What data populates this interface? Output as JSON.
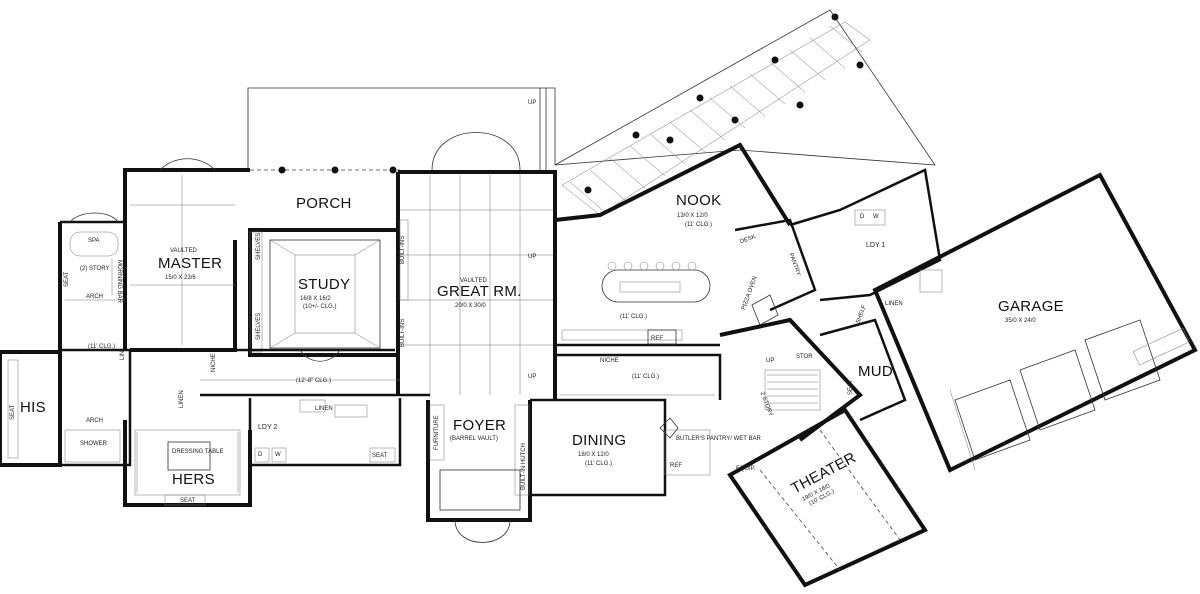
{
  "rooms": {
    "master": {
      "name": "MASTER",
      "note": "VAULTED",
      "dims": "15/0 X 23/6"
    },
    "porch": {
      "name": "PORCH"
    },
    "study": {
      "name": "STUDY",
      "dims": "16/8 X 16/2",
      "ceiling": "(10+/- CLG.)"
    },
    "great": {
      "name": "GREAT RM.",
      "note": "VAULTED",
      "dims": "20/0 X 30/0"
    },
    "nook": {
      "name": "NOOK",
      "dims": "13/0 X 12/0",
      "ceiling": "(11' CLG.)"
    },
    "ldy1": {
      "name": "LDY 1"
    },
    "garage": {
      "name": "GARAGE",
      "dims": "35/0 X 24/0"
    },
    "his": {
      "name": "HIS"
    },
    "hers": {
      "name": "HERS"
    },
    "ldy2": {
      "name": "LDY 2"
    },
    "foyer": {
      "name": "FOYER",
      "note": "(BARREL VAULT)"
    },
    "dining": {
      "name": "DINING",
      "dims": "18/0 X 12/0",
      "ceiling": "(11' CLG.)"
    },
    "theater": {
      "name": "THEATER",
      "dims": "19/0 X 16/0",
      "ceiling": "(10' CLG.)"
    },
    "mud": {
      "name": "MUD"
    }
  },
  "labels": {
    "spa": "SPA",
    "two_story": "(2) STORY",
    "morning_bar": "MORNING BAR",
    "seat": "SEAT",
    "arch": "ARCH",
    "shower": "SHOWER",
    "lin": "LIN",
    "linen": "LINEN",
    "clg11": "(11' CLG.)",
    "clg12": "(12'-8\" CLG.)",
    "niche": "NICHE",
    "shelves": "SHELVES",
    "built_ins": "BUILT-INS",
    "up": "UP",
    "desk": "DESK",
    "pantry": "PANTRY",
    "pizza_oven": "PIZZA OVEN",
    "ref": "REF",
    "stor": "STOR",
    "two_story_b": "2 STORY",
    "dressing_table": "DRESSING TABLE",
    "d": "D",
    "w": "W",
    "furniture": "FURNITURE",
    "built_in_hutch": "BUILT-IN HUTCH",
    "butlers": "BUTLER'S PANTRY/ WET BAR",
    "equip": "EQUIP.",
    "shelf": "SHELF"
  }
}
